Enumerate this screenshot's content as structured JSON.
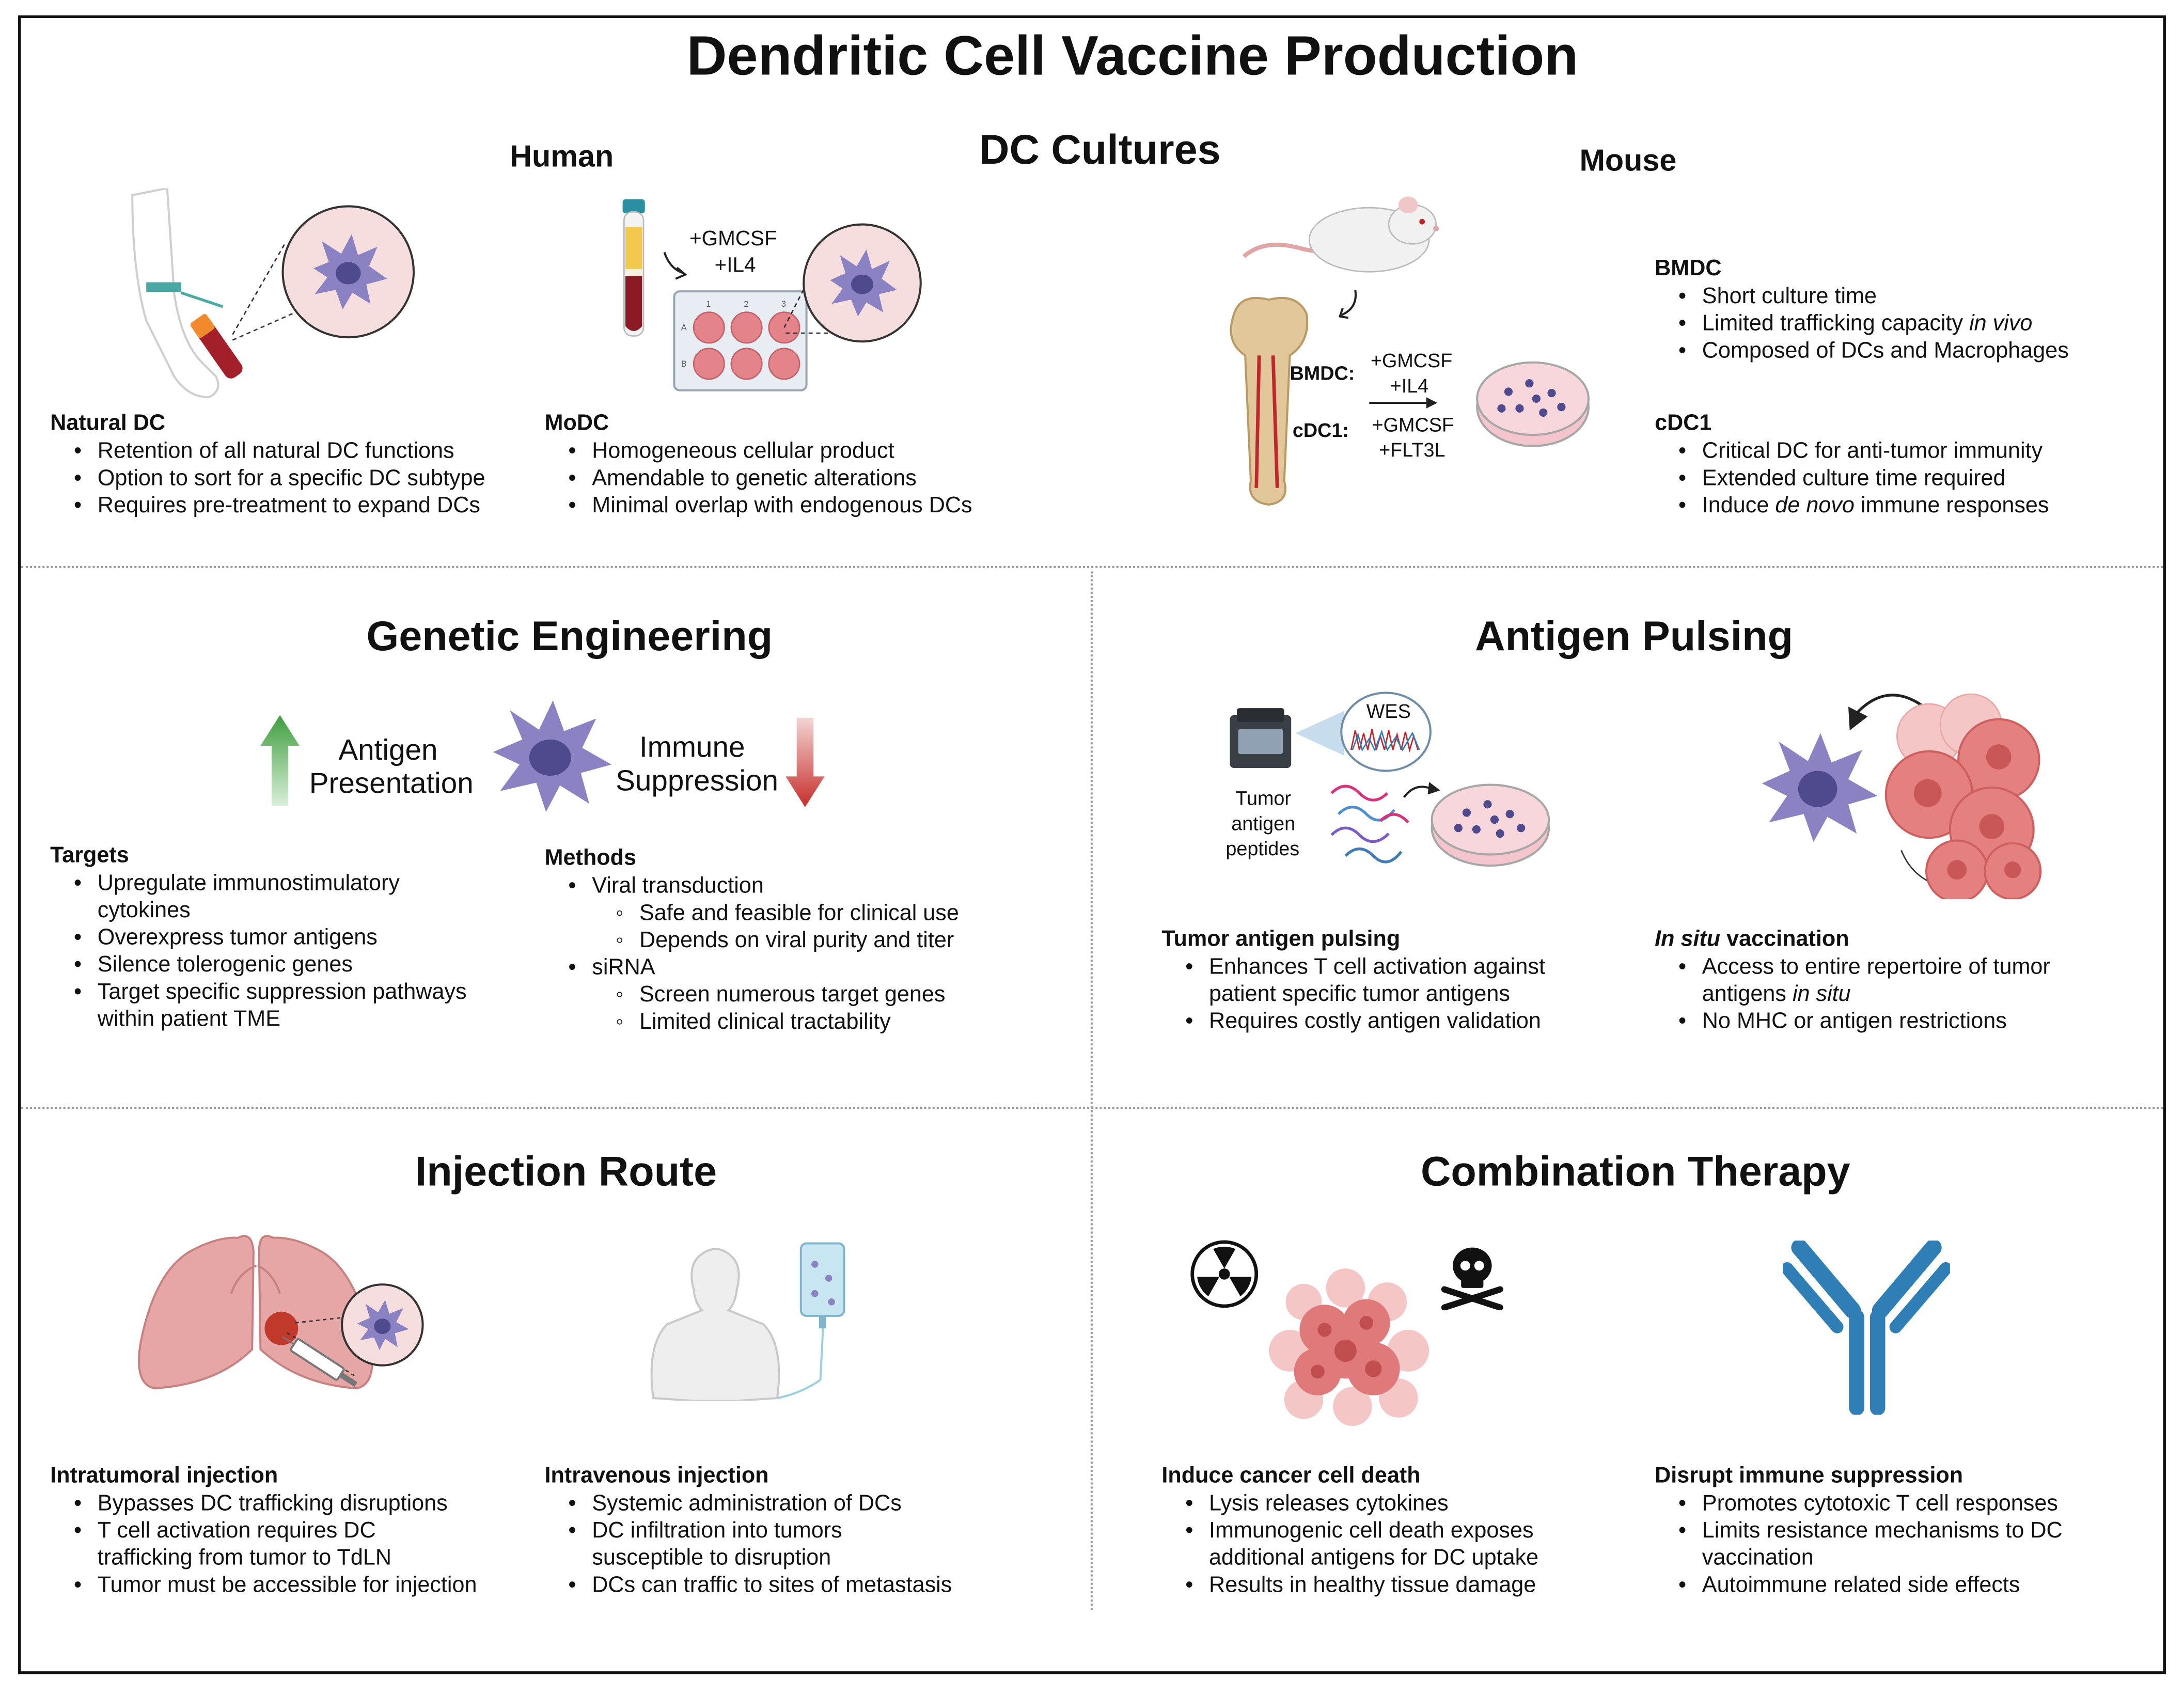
{
  "title": "Dendritic Cell Vaccine Production",
  "dc_cultures": {
    "title": "DC Cultures",
    "human_label": "Human",
    "mouse_label": "Mouse",
    "human_media": [
      "+GMCSF",
      "+IL4"
    ],
    "plate_cols": [
      "1",
      "2",
      "3"
    ],
    "plate_rows": [
      "A",
      "B"
    ],
    "mouse_bmdc_label": "BMDC:",
    "mouse_bmdc_media": [
      "+GMCSF",
      "+IL4"
    ],
    "mouse_cdc1_label": "cDC1:",
    "mouse_cdc1_media": [
      "+GMCSF",
      "+FLT3L"
    ],
    "natural_dc": {
      "title": "Natural DC",
      "items": [
        "Retention of all natural DC functions",
        "Option to sort for a specific DC subtype",
        "Requires pre-treatment to expand DCs"
      ]
    },
    "modc": {
      "title": "MoDC",
      "items": [
        "Homogeneous cellular product",
        "Amendable to genetic alterations",
        "Minimal overlap with endogenous DCs"
      ]
    },
    "bmdc": {
      "title": "BMDC",
      "items": [
        "Short culture time",
        "Limited trafficking capacity ",
        "Composed of DCs and Macrophages"
      ],
      "item2_italic": "in vivo"
    },
    "cdc1": {
      "title": "cDC1",
      "items": [
        "Critical DC for anti-tumor immunity",
        "Extended culture time required",
        "Induce ",
        " immune responses"
      ],
      "item3_italic": "de novo"
    }
  },
  "genetic_engineering": {
    "title": "Genetic Engineering",
    "up_label": [
      "Antigen",
      "Presentation"
    ],
    "down_label": [
      "Immune",
      "Suppression"
    ],
    "targets": {
      "title": "Targets",
      "items": [
        "Upregulate immunostimulatory",
        "cytokines",
        "Overexpress tumor antigens",
        "Silence tolerogenic genes",
        "Target specific suppression pathways",
        "within patient TME"
      ]
    },
    "methods": {
      "title": "Methods",
      "items": [
        "Viral transduction",
        "Safe and feasible for clinical use",
        "Depends on viral purity and titer",
        "siRNA",
        "Screen numerous target genes",
        "Limited clinical tractability"
      ]
    }
  },
  "antigen_pulsing": {
    "title": "Antigen Pulsing",
    "wes_label": "WES",
    "peptide_label": [
      "Tumor",
      "antigen",
      "peptides"
    ],
    "tumor_pulsing": {
      "title": "Tumor antigen pulsing",
      "items": [
        "Enhances T cell activation against",
        "patient specific tumor antigens",
        "Requires costly antigen validation"
      ]
    },
    "in_situ": {
      "title_italic": "In situ",
      "title_rest": " vaccination",
      "items": [
        "Access to entire repertoire of tumor",
        "antigens ",
        "No MHC or antigen restrictions"
      ],
      "item2_italic": "in situ"
    }
  },
  "injection_route": {
    "title": "Injection Route",
    "intratumoral": {
      "title": "Intratumoral injection",
      "items": [
        "Bypasses DC trafficking disruptions",
        "T cell activation requires DC",
        "trafficking from tumor to TdLN",
        "Tumor must be accessible for injection"
      ]
    },
    "intravenous": {
      "title": "Intravenous injection",
      "items": [
        "Systemic administration of DCs",
        "DC infiltration into tumors",
        "susceptible to disruption",
        "DCs can traffic to sites of metastasis"
      ]
    }
  },
  "combination_therapy": {
    "title": "Combination Therapy",
    "cell_death": {
      "title": "Induce cancer cell death",
      "items": [
        "Lysis releases cytokines",
        "Immunogenic cell death exposes",
        "additional antigens for DC uptake",
        "Results in healthy tissue damage"
      ]
    },
    "immune_suppression": {
      "title": "Disrupt immune suppression",
      "items": [
        "Promotes cytotoxic T cell responses",
        "Limits resistance mechanisms to DC",
        "vaccination",
        "Autoimmune related side effects"
      ]
    }
  },
  "colors": {
    "dc_cell": "#8b82c4",
    "dc_nucleus": "#4f4a8e",
    "up_arrow": "#4caf50",
    "down_arrow": "#d43f3a",
    "tumor": "#e47c7c",
    "antibody": "#2f7fb6",
    "lung": "#e39a9a"
  },
  "icons": [
    "arm-blood-draw-icon",
    "blood-tube-icon",
    "well-plate-icon",
    "mouse-icon",
    "bone-icon",
    "petri-dish-icon",
    "dc-cell-icon",
    "up-arrow-icon",
    "down-arrow-icon",
    "sequencer-icon",
    "rna-strands-icon",
    "tumor-cells-icon",
    "lungs-icon",
    "syringe-icon",
    "human-iv-icon",
    "radiation-icon",
    "skull-crossbones-icon",
    "tumor-mass-icon",
    "antibody-icon"
  ]
}
